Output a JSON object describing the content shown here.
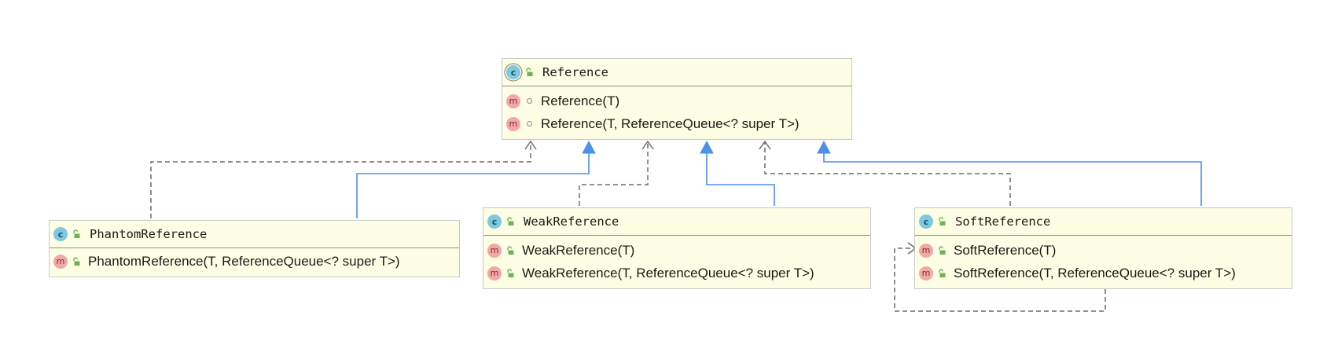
{
  "colors": {
    "box_fill": "#fefee4",
    "box_border": "#c9c9c9",
    "inheritance_edge": "#4d90e8",
    "dependency_edge": "#6b6b6b",
    "class_icon": "#7ec8e0",
    "method_icon": "#f0a8a8",
    "public_lock": "#6bb35a"
  },
  "icons": {
    "class_letter": "c",
    "method_letter": "m"
  },
  "classes": {
    "reference": {
      "name": "Reference",
      "kind": "abstract class",
      "methods": [
        {
          "label": "Reference(T)",
          "visibility": "package-private"
        },
        {
          "label": "Reference(T, ReferenceQueue<? super T>)",
          "visibility": "package-private"
        }
      ]
    },
    "phantom": {
      "name": "PhantomReference",
      "kind": "class",
      "methods": [
        {
          "label": "PhantomReference(T, ReferenceQueue<? super T>)",
          "visibility": "public"
        }
      ]
    },
    "weak": {
      "name": "WeakReference",
      "kind": "class",
      "methods": [
        {
          "label": "WeakReference(T)",
          "visibility": "public"
        },
        {
          "label": "WeakReference(T, ReferenceQueue<? super T>)",
          "visibility": "public"
        }
      ]
    },
    "soft": {
      "name": "SoftReference",
      "kind": "class",
      "methods": [
        {
          "label": "SoftReference(T)",
          "visibility": "public"
        },
        {
          "label": "SoftReference(T, ReferenceQueue<? super T>)",
          "visibility": "public"
        }
      ]
    }
  },
  "relations": [
    {
      "from": "PhantomReference",
      "to": "Reference",
      "type": "extends"
    },
    {
      "from": "PhantomReference",
      "to": "Reference",
      "type": "depends-on"
    },
    {
      "from": "WeakReference",
      "to": "Reference",
      "type": "extends"
    },
    {
      "from": "WeakReference",
      "to": "Reference",
      "type": "depends-on"
    },
    {
      "from": "SoftReference",
      "to": "Reference",
      "type": "extends"
    },
    {
      "from": "SoftReference",
      "to": "Reference",
      "type": "depends-on"
    },
    {
      "from": "SoftReference",
      "to": "SoftReference",
      "type": "depends-on"
    }
  ]
}
